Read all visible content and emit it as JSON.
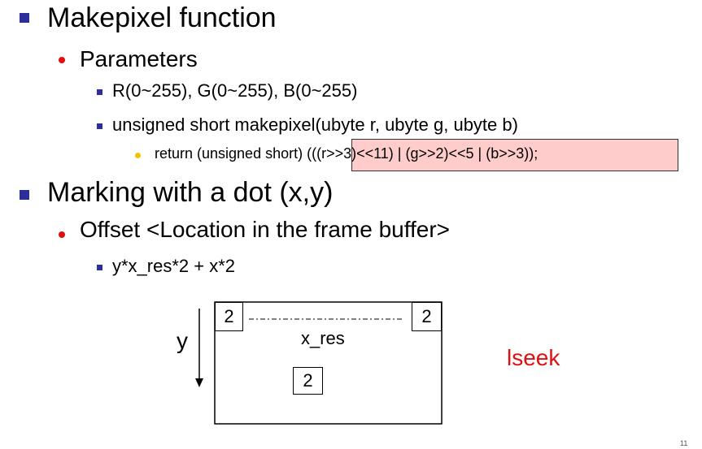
{
  "slide": {
    "sections": [
      {
        "title": "Makepixel function",
        "sub": {
          "label": "Parameters",
          "items": [
            "R(0~255), G(0~255), B(0~255)",
            "unsigned short makepixel(ubyte r, ubyte g, ubyte b)"
          ],
          "code": {
            "prefix": "return (unsigned short) ",
            "highlight": "(((r>>3)<<11) | (g>>2)<<5 | (b>>3));"
          }
        }
      },
      {
        "title": "Marking with a dot (x,y)",
        "sub": {
          "label": "Offset <Location in the frame buffer>",
          "items": [
            "y*x_res*2 + x*2"
          ]
        }
      }
    ],
    "diagram": {
      "axis_label": "y",
      "corner_left": "2",
      "corner_right": "2",
      "width_label": "x_res",
      "center_box": "2"
    },
    "side_note": "lseek",
    "page_number": "11",
    "colors": {
      "primary_bullet": "#2e2e9a",
      "secondary_bullet": "#e01010",
      "code_bullet": "#f2c200",
      "highlight_bg": "#ffcccc",
      "note": "#e01010"
    }
  }
}
